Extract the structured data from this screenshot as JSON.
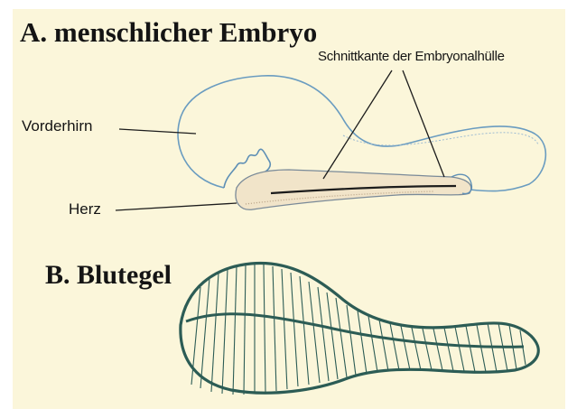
{
  "figure": {
    "heading_a": "A. menschlicher Embryo",
    "heading_b": "B. Blutegel",
    "labels": {
      "forebrain": "Vorderhirn",
      "heart": "Herz",
      "cut_edge": "Schnittkante der Embryonalhülle"
    },
    "colors": {
      "background": "#fbf6da",
      "outline": "#6a9cc0",
      "leech_outline": "#2c5c55",
      "text": "#141414"
    }
  }
}
